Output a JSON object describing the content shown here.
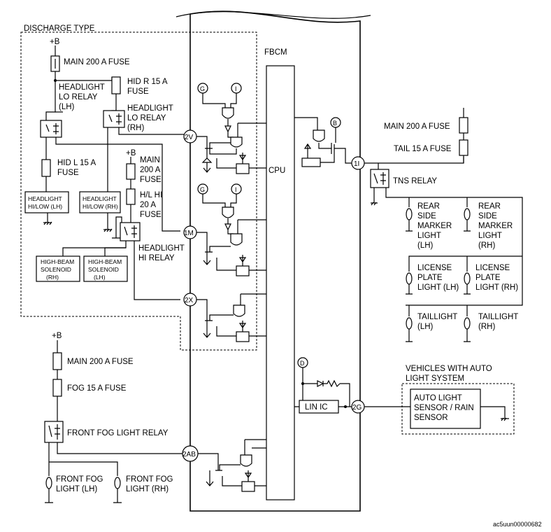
{
  "diagram": {
    "module": "FBCM",
    "cpu": "CPU",
    "lin_ic": "LIN IC",
    "discharge_type": "DISCHARGE TYPE",
    "vehicles_auto_light_1": "VEHICLES WITH AUTO",
    "vehicles_auto_light_2": "LIGHT SYSTEM",
    "battery": "+B",
    "ref_code": "ac5uun00000682",
    "connectors": [
      "2V",
      "1M",
      "2X",
      "2AB",
      "1I",
      "2G"
    ],
    "sensors": [
      "G",
      "I",
      "G",
      "I",
      "B",
      "D"
    ],
    "left": {
      "main_fuse": "MAIN 200 A FUSE",
      "hl_lo_relay_lh": [
        "HEADLIGHT",
        "LO RELAY",
        "(LH)"
      ],
      "hid_r_fuse": [
        "HID R 15 A",
        "FUSE"
      ],
      "hl_lo_relay_rh": [
        "HEADLIGHT",
        "LO RELAY",
        "(RH)"
      ],
      "hid_l_fuse": [
        "HID L 15 A",
        "FUSE"
      ],
      "main_fuse_2": [
        "MAIN",
        "200 A",
        "FUSE"
      ],
      "hl_hi_fuse": [
        "H/L HI",
        "20 A",
        "FUSE"
      ],
      "hl_hi_relay": [
        "HEADLIGHT",
        "HI RELAY"
      ],
      "hilow_lh": [
        "HEADLIGHT",
        "HI/LOW (LH)"
      ],
      "hilow_rh": [
        "HEADLIGHT",
        "HI/LOW (RH)"
      ],
      "solenoid_rh": [
        "HIGH-BEAM",
        "SOLENOID",
        "(RH)"
      ],
      "solenoid_lh": [
        "HIGH-BEAM",
        "SOLENOID",
        "(LH)"
      ],
      "main_fuse_3": "MAIN 200 A FUSE",
      "fog_fuse": "FOG 15 A FUSE",
      "fog_relay": "FRONT FOG LIGHT RELAY",
      "fog_light_lh": [
        "FRONT FOG",
        "LIGHT (LH)"
      ],
      "fog_light_rh": [
        "FRONT FOG",
        "LIGHT (RH)"
      ]
    },
    "right": {
      "main_fuse": "MAIN 200 A FUSE",
      "tail_fuse": "TAIL 15 A FUSE",
      "tns_relay": "TNS RELAY",
      "rear_marker_lh": [
        "REAR",
        "SIDE",
        "MARKER",
        "LIGHT",
        "(LH)"
      ],
      "rear_marker_rh": [
        "REAR",
        "SIDE",
        "MARKER",
        "LIGHT",
        "(RH)"
      ],
      "license_lh": [
        "LICENSE",
        "PLATE",
        "LIGHT (LH)"
      ],
      "license_rh": [
        "LICENSE",
        "PLATE",
        "LIGHT (RH)"
      ],
      "taillight_lh": [
        "TAILLIGHT",
        "(LH)"
      ],
      "taillight_rh": [
        "TAILLIGHT",
        "(RH)"
      ],
      "auto_sensor": [
        "AUTO LIGHT",
        "SENSOR / RAIN",
        "SENSOR"
      ]
    }
  }
}
